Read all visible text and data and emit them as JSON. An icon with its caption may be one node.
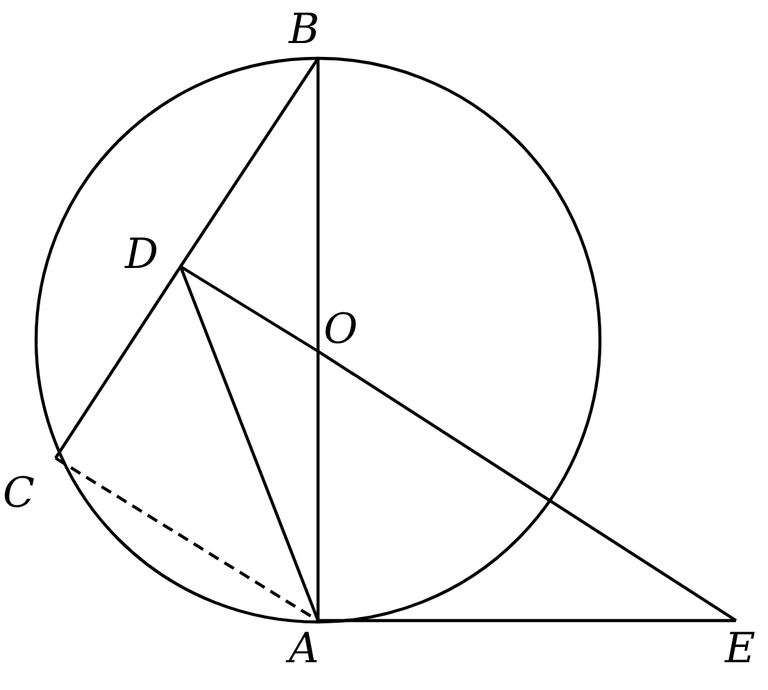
{
  "diagram": {
    "nodes": [
      {
        "text": [
          "B"
        ]
      },
      {
        "text": [
          "D"
        ]
      },
      {
        "text": [
          "O"
        ]
      },
      {
        "text": [
          "C"
        ]
      },
      {
        "text": [
          "A"
        ]
      },
      {
        "text": [
          "E"
        ]
      }
    ],
    "edges": [
      {
        "from": 0,
        "to": 1,
        "arrow": "none"
      },
      {
        "from": 1,
        "to": 3,
        "arrow": "none"
      },
      {
        "from": 0,
        "to": 2,
        "arrow": "none"
      },
      {
        "from": 2,
        "to": 4,
        "arrow": "none"
      },
      {
        "from": 1,
        "to": 2,
        "arrow": "none"
      },
      {
        "from": 2,
        "to": 5,
        "arrow": "none"
      },
      {
        "from": 1,
        "to": 4,
        "arrow": "none"
      },
      {
        "from": 3,
        "to": 4,
        "arrow": "none",
        "style": "dashed"
      },
      {
        "from": 4,
        "to": 5,
        "arrow": "none"
      }
    ]
  }
}
